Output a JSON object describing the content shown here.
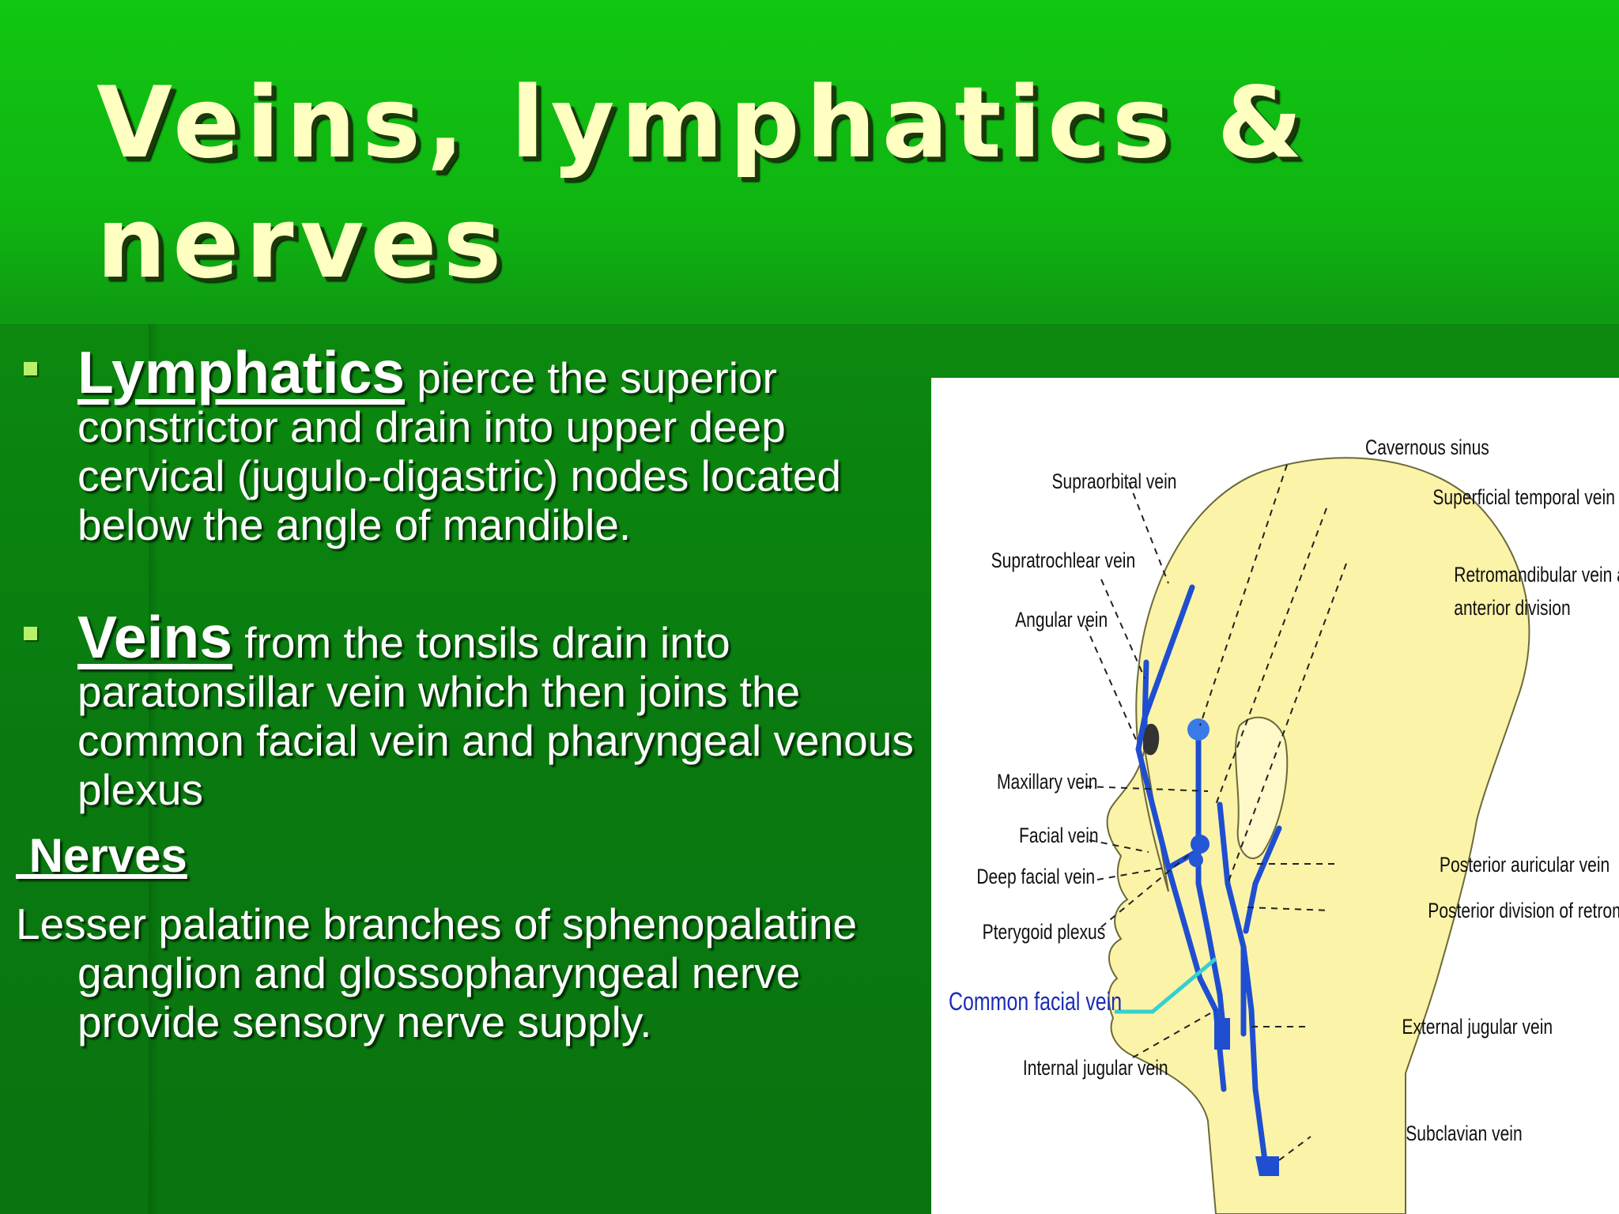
{
  "title": {
    "line1": "Veins, lymphatics &",
    "line2": "nerves"
  },
  "bullets": [
    {
      "lead": "Lymphatics",
      "text": " pierce the superior constrictor and drain into upper deep cervical (jugulo-digastric) nodes located below the angle of mandible."
    },
    {
      "lead": "Veins",
      "text": " from the tonsils drain into paratonsillar vein which then joins the common  facial vein and pharyngeal venous plexus"
    }
  ],
  "nerves": {
    "heading": " Nerves",
    "text": "Lesser  palatine branches of sphenopalatine ganglion  and glossopharyngeal  nerve provide sensory nerve supply."
  },
  "diagram": {
    "labels": {
      "cavernous_sinus": "Cavernous sinus",
      "supraorbital_vein": "Supraorbital vein",
      "superficial_temporal_vein": "Superficial temporal vein",
      "supratrochlear_vein": "Supratrochlear vein",
      "retromandibular_line1": "Retromandibular vein and its",
      "retromandibular_line2": "anterior division",
      "angular_vein": "Angular vein",
      "maxillary_vein": "Maxillary vein",
      "facial_vein": "Facial vein",
      "deep_facial_vein": "Deep facial vein",
      "pterygoid_plexus": "Pterygoid plexus",
      "common_facial_vein": "Common facial vein",
      "internal_jugular_vein": "Internal jugular vein",
      "posterior_auricular_vein": "Posterior auricular vein",
      "posterior_division": "Posterior division of retromandibular vein",
      "external_jugular_vein": "External jugular vein",
      "subclavian_vein": "Subclavian vein"
    },
    "colors": {
      "head": "#fbf3a8",
      "vein": "#1f4fd0",
      "highlight": "#35d0d0",
      "label_blue": "#1a2db5"
    }
  }
}
